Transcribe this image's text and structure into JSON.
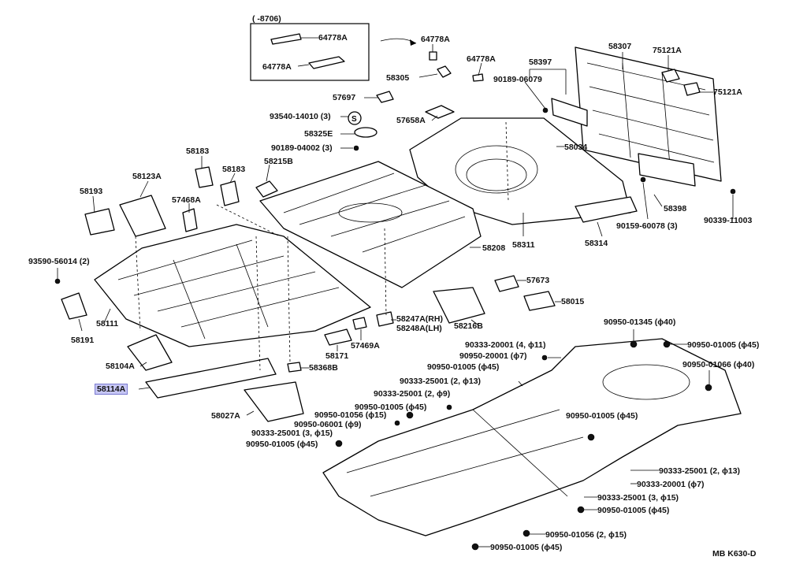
{
  "diagram": {
    "drawing_code": "MB K630-D",
    "inset_label": "(      -8706)",
    "highlight_color": "#c6c6f4",
    "labels": {
      "l64778a_inset1": "64778A",
      "l64778a_inset2": "64778A",
      "l64778a_top": "64778A",
      "l64778a_mid": "64778A",
      "l58305": "58305",
      "l58397": "58397",
      "l90189_06079": "90189-06079",
      "l58307": "58307",
      "l75121a_1": "75121A",
      "l75121a_2": "75121A",
      "l57697": "57697",
      "l93540_14010": "93540-14010 (3)",
      "l58325e": "58325E",
      "l90189_04002": "90189-04002 (3)",
      "l57658a": "57658A",
      "l58034": "58034",
      "l58183_1": "58183",
      "l58183_2": "58183",
      "l58215b": "58215B",
      "l58123a": "58123A",
      "l58193": "58193",
      "l57468a": "57468A",
      "l93590_56014": "93590-56014 (2)",
      "l58111": "58111",
      "l58191": "58191",
      "l58104a": "58104A",
      "l58114a": "58114A",
      "l58027a": "58027A",
      "l58311": "58311",
      "l58314": "58314",
      "l90159_60078": "90159-60078 (3)",
      "l58398": "58398",
      "l90339_11003": "90339-11003",
      "l58208": "58208",
      "l57673": "57673",
      "l58015": "58015",
      "l58216b": "58216B",
      "l58247a": "58247A(RH)",
      "l58248a": "58248A(LH)",
      "l57469a": "57469A",
      "l58171": "58171",
      "l58368b": "58368B",
      "l90950_01345": "90950-01345 (ϕ40)",
      "l90950_01005_a": "90950-01005 (ϕ45)",
      "l90950_01066": "90950-01066 (ϕ40)",
      "l90333_20001_a": "90333-20001 (4, ϕ11)",
      "l90950_20001": "90950-20001 (ϕ7)",
      "l90950_01005_b": "90950-01005 (ϕ45)",
      "l90333_25001_a": "90333-25001 (2, ϕ13)",
      "l90333_25001_b": "90333-25001 (2, ϕ9)",
      "l90950_01005_c": "90950-01005 (ϕ45)",
      "l90950_01056_a": "90950-01056 (ϕ15)",
      "l90950_06001": "90950-06001 (ϕ9)",
      "l90333_25001_c": "90333-25001 (3, ϕ15)",
      "l90950_01005_d": "90950-01005 (ϕ45)",
      "l90950_01005_e": "90950-01005 (ϕ45)",
      "l90333_25001_d": "90333-25001 (2, ϕ13)",
      "l90333_20001_b": "90333-20001 (ϕ7)",
      "l90333_25001_e": "90333-25001 (3, ϕ15)",
      "l90950_01005_f": "90950-01005 (ϕ45)",
      "l90950_01056_b": "90950-01056 (2, ϕ15)",
      "l90950_01005_g": "90950-01005 (ϕ45)"
    }
  }
}
